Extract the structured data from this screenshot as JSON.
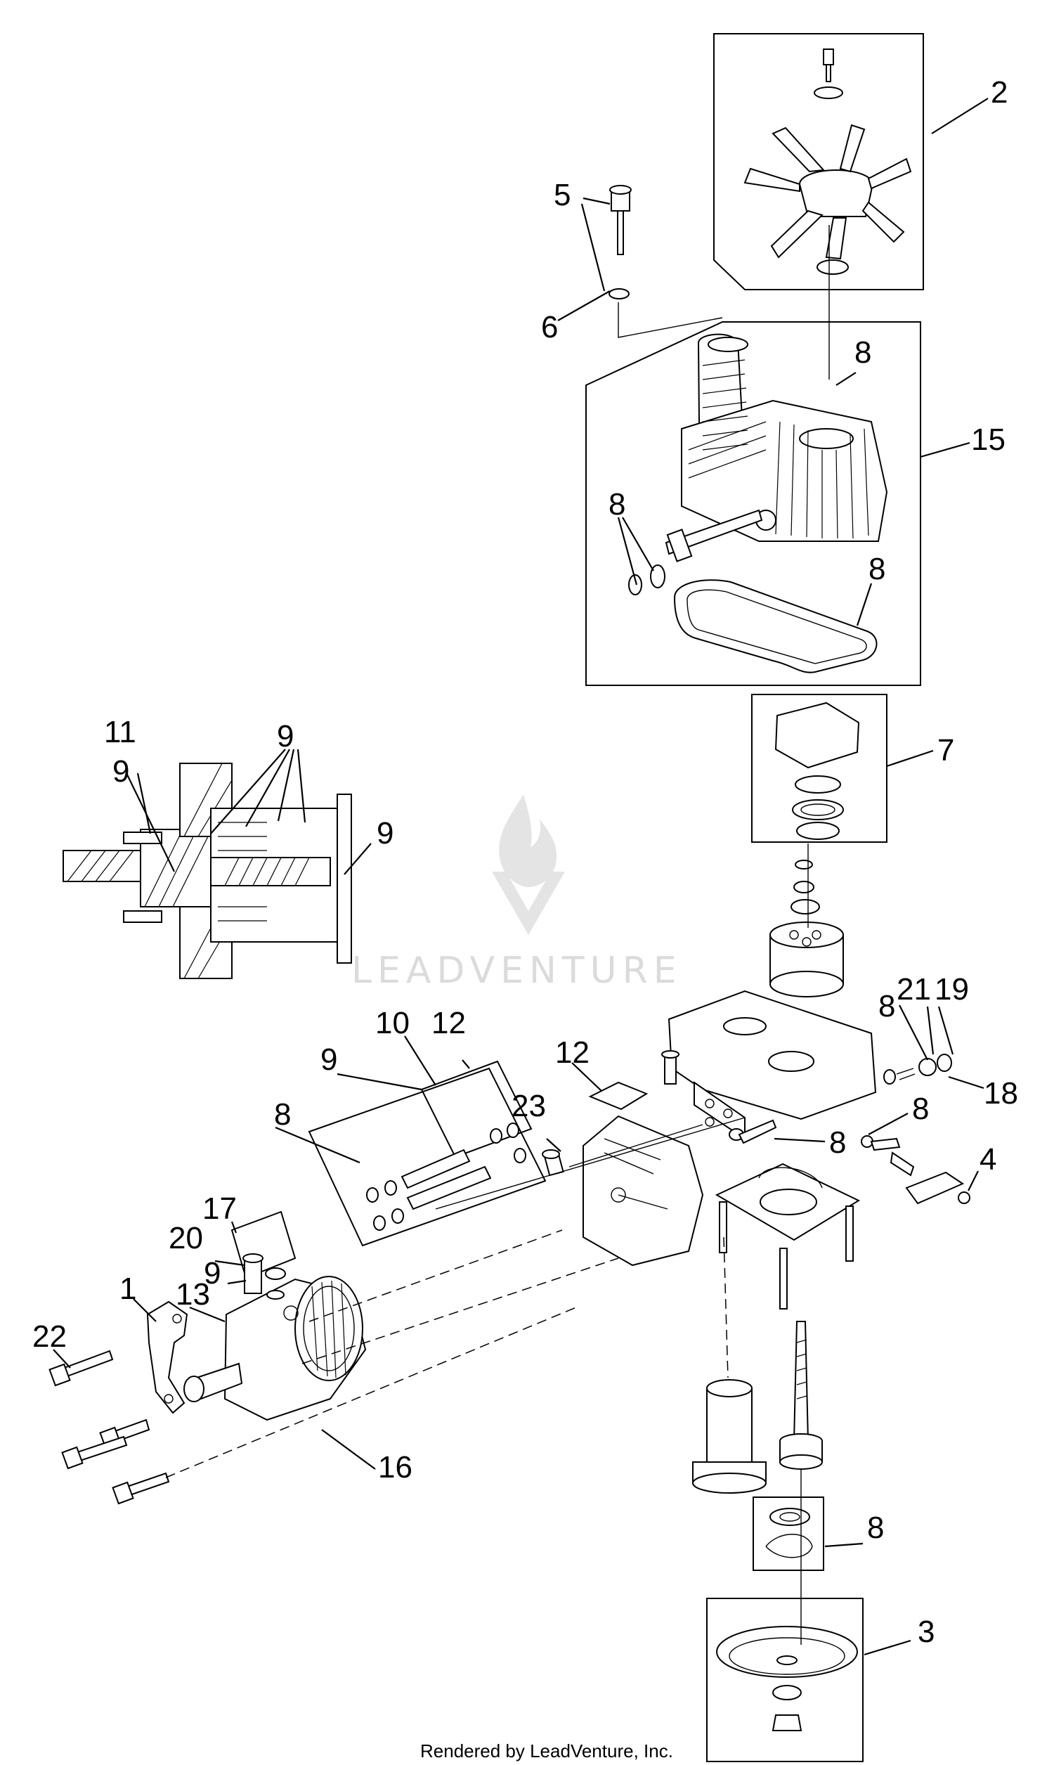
{
  "watermark": {
    "brand": "LEADVENTURE"
  },
  "footer": {
    "text": "Rendered by LeadVenture, Inc."
  },
  "callouts": [
    {
      "id": "c2",
      "label": "2"
    },
    {
      "id": "c5",
      "label": "5"
    },
    {
      "id": "c6",
      "label": "6"
    },
    {
      "id": "c8a",
      "label": "8"
    },
    {
      "id": "c15",
      "label": "15"
    },
    {
      "id": "c8b",
      "label": "8"
    },
    {
      "id": "c8c",
      "label": "8"
    },
    {
      "id": "c7",
      "label": "7"
    },
    {
      "id": "c11",
      "label": "11"
    },
    {
      "id": "c9a",
      "label": "9"
    },
    {
      "id": "c9b",
      "label": "9"
    },
    {
      "id": "c9c",
      "label": "9"
    },
    {
      "id": "c8d",
      "label": "8"
    },
    {
      "id": "c21",
      "label": "21"
    },
    {
      "id": "c19",
      "label": "19"
    },
    {
      "id": "c18",
      "label": "18"
    },
    {
      "id": "c12a",
      "label": "12"
    },
    {
      "id": "c12b",
      "label": "12"
    },
    {
      "id": "c10",
      "label": "10"
    },
    {
      "id": "c23",
      "label": "23"
    },
    {
      "id": "c8e",
      "label": "8"
    },
    {
      "id": "c8f",
      "label": "8"
    },
    {
      "id": "c4",
      "label": "4"
    },
    {
      "id": "c9d",
      "label": "9"
    },
    {
      "id": "c8g",
      "label": "8"
    },
    {
      "id": "c17",
      "label": "17"
    },
    {
      "id": "c20",
      "label": "20"
    },
    {
      "id": "c9e",
      "label": "9"
    },
    {
      "id": "c1",
      "label": "1"
    },
    {
      "id": "c13",
      "label": "13"
    },
    {
      "id": "c22",
      "label": "22"
    },
    {
      "id": "c16",
      "label": "16"
    },
    {
      "id": "c8h",
      "label": "8"
    },
    {
      "id": "c3",
      "label": "3"
    }
  ]
}
